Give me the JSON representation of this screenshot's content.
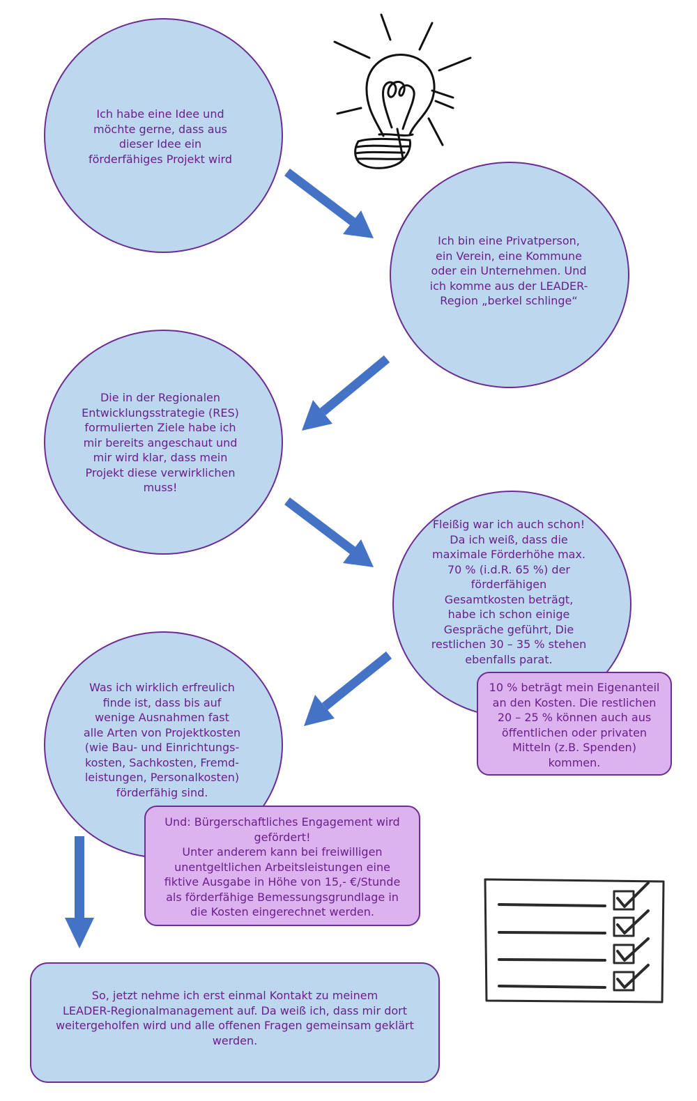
{
  "steps": {
    "idea": "Ich habe eine Idee und\nmöchte gerne, dass aus\ndieser Idee ein\nförderfähiges Projekt wird",
    "eligibility": "Ich bin eine Privatperson,\nein Verein, eine Kommune\noder ein Unternehmen. Und\nich komme aus der LEADER-\nRegion „berkel schlinge“",
    "res": "Die in der Regionalen\nEntwicklungsstrategie (RES)\nformulierten Ziele habe ich\nmir bereits angeschaut und\nmir wird klar, dass mein\nProjekt diese verwirklichen\nmuss!",
    "funding": "Fleißig war ich auch schon!\nDa ich weiß, dass die\nmaximale Förderhöhe max.\n70 % (i.d.R. 65 %) der\nförderfähigen\nGesamtkosten beträgt,\nhabe ich schon einige\nGespräche geführt, Die\nrestlichen 30 – 35 % stehen\nebenfalls parat.",
    "own_share": "10 % beträgt mein Eigenanteil\nan den Kosten. Die restlichen\n20 – 25 % können auch aus\nöffentlichen oder privaten\nMitteln (z.B. Spenden)\nkommen.",
    "costs": "Was ich wirklich erfreulich\nfinde ist, dass bis auf\nwenige Ausnahmen fast\nalle Arten von Projektkosten\n(wie Bau- und Einrichtungs-\nkosten, Sachkosten, Fremd-\nleistungen, Personalkosten)\nförderfähig sind.",
    "engagement": "Und: Bürgerschaftliches Engagement wird\ngefördert!\nUnter anderem kann bei freiwilligen\nunentgeltlichen Arbeitsleistungen eine\nfiktive Ausgabe in Höhe von 15,- €/Stunde\nals förderfähige Bemessungsgrundlage in\ndie Kosten eingerechnet werden.",
    "contact": "So, jetzt nehme ich erst einmal Kontakt zu meinem\nLEADER-Regionalmanagement auf. Da weiß ich, dass mir dort\nweitergeholfen wird und alle offenen Fragen gemeinsam geklärt\nwerden."
  },
  "colors": {
    "circle_fill": "#bdd7ee",
    "border": "#6a2d91",
    "note_fill": "#dcb3ee",
    "text": "#6a1f8c",
    "arrow": "#4472c4"
  },
  "icons": [
    "light-bulb-icon",
    "checklist-icon"
  ]
}
